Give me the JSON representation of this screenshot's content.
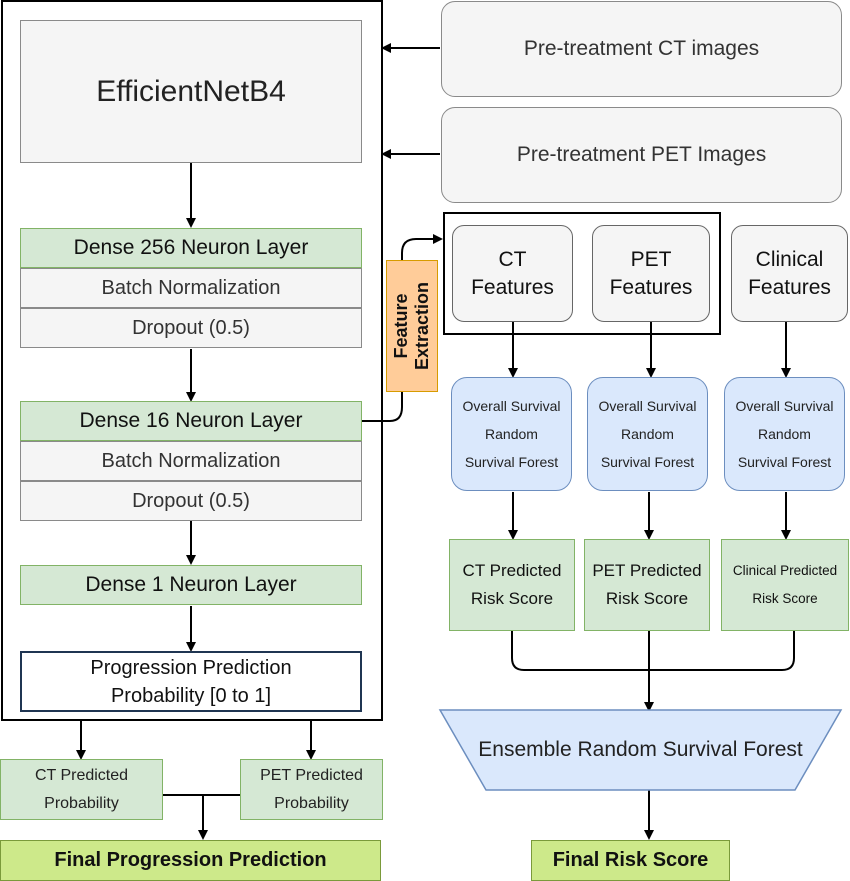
{
  "cnn": {
    "backbone": "EfficientNetB4",
    "dense256": "Dense 256 Neuron Layer",
    "batch_norm_1": "Batch Normalization",
    "dropout_1": "Dropout (0.5)",
    "dense16": "Dense 16 Neuron Layer",
    "batch_norm_2": "Batch Normalization",
    "dropout_2": "Dropout (0.5)",
    "dense1": "Dense 1 Neuron Layer",
    "output_line1": "Progression Prediction",
    "output_line2": "Probability [0 to 1]"
  },
  "inputs": {
    "ct": "Pre-treatment CT images",
    "pet": "Pre-treatment PET Images"
  },
  "feature_extraction": {
    "line1": "Feature",
    "line2": "Extraction"
  },
  "features": {
    "ct": [
      "CT",
      "Features"
    ],
    "pet": [
      "PET",
      "Features"
    ],
    "clinical": [
      "Clinical",
      "Features"
    ]
  },
  "rsf": {
    "line1": "Overall Survival",
    "line2": "Random",
    "line3": "Survival Forest"
  },
  "risk_scores": {
    "ct": [
      "CT Predicted",
      "Risk Score"
    ],
    "pet": [
      "PET Predicted",
      "Risk Score"
    ],
    "clinical": [
      "Clinical Predicted",
      "Risk Score"
    ]
  },
  "ensemble": "Ensemble Random Survival Forest",
  "probabilities": {
    "ct": [
      "CT Predicted",
      "Probability"
    ],
    "pet": [
      "PET Predicted",
      "Probability"
    ]
  },
  "finals": {
    "progression": "Final Progression Prediction",
    "risk": "Final Risk Score"
  }
}
